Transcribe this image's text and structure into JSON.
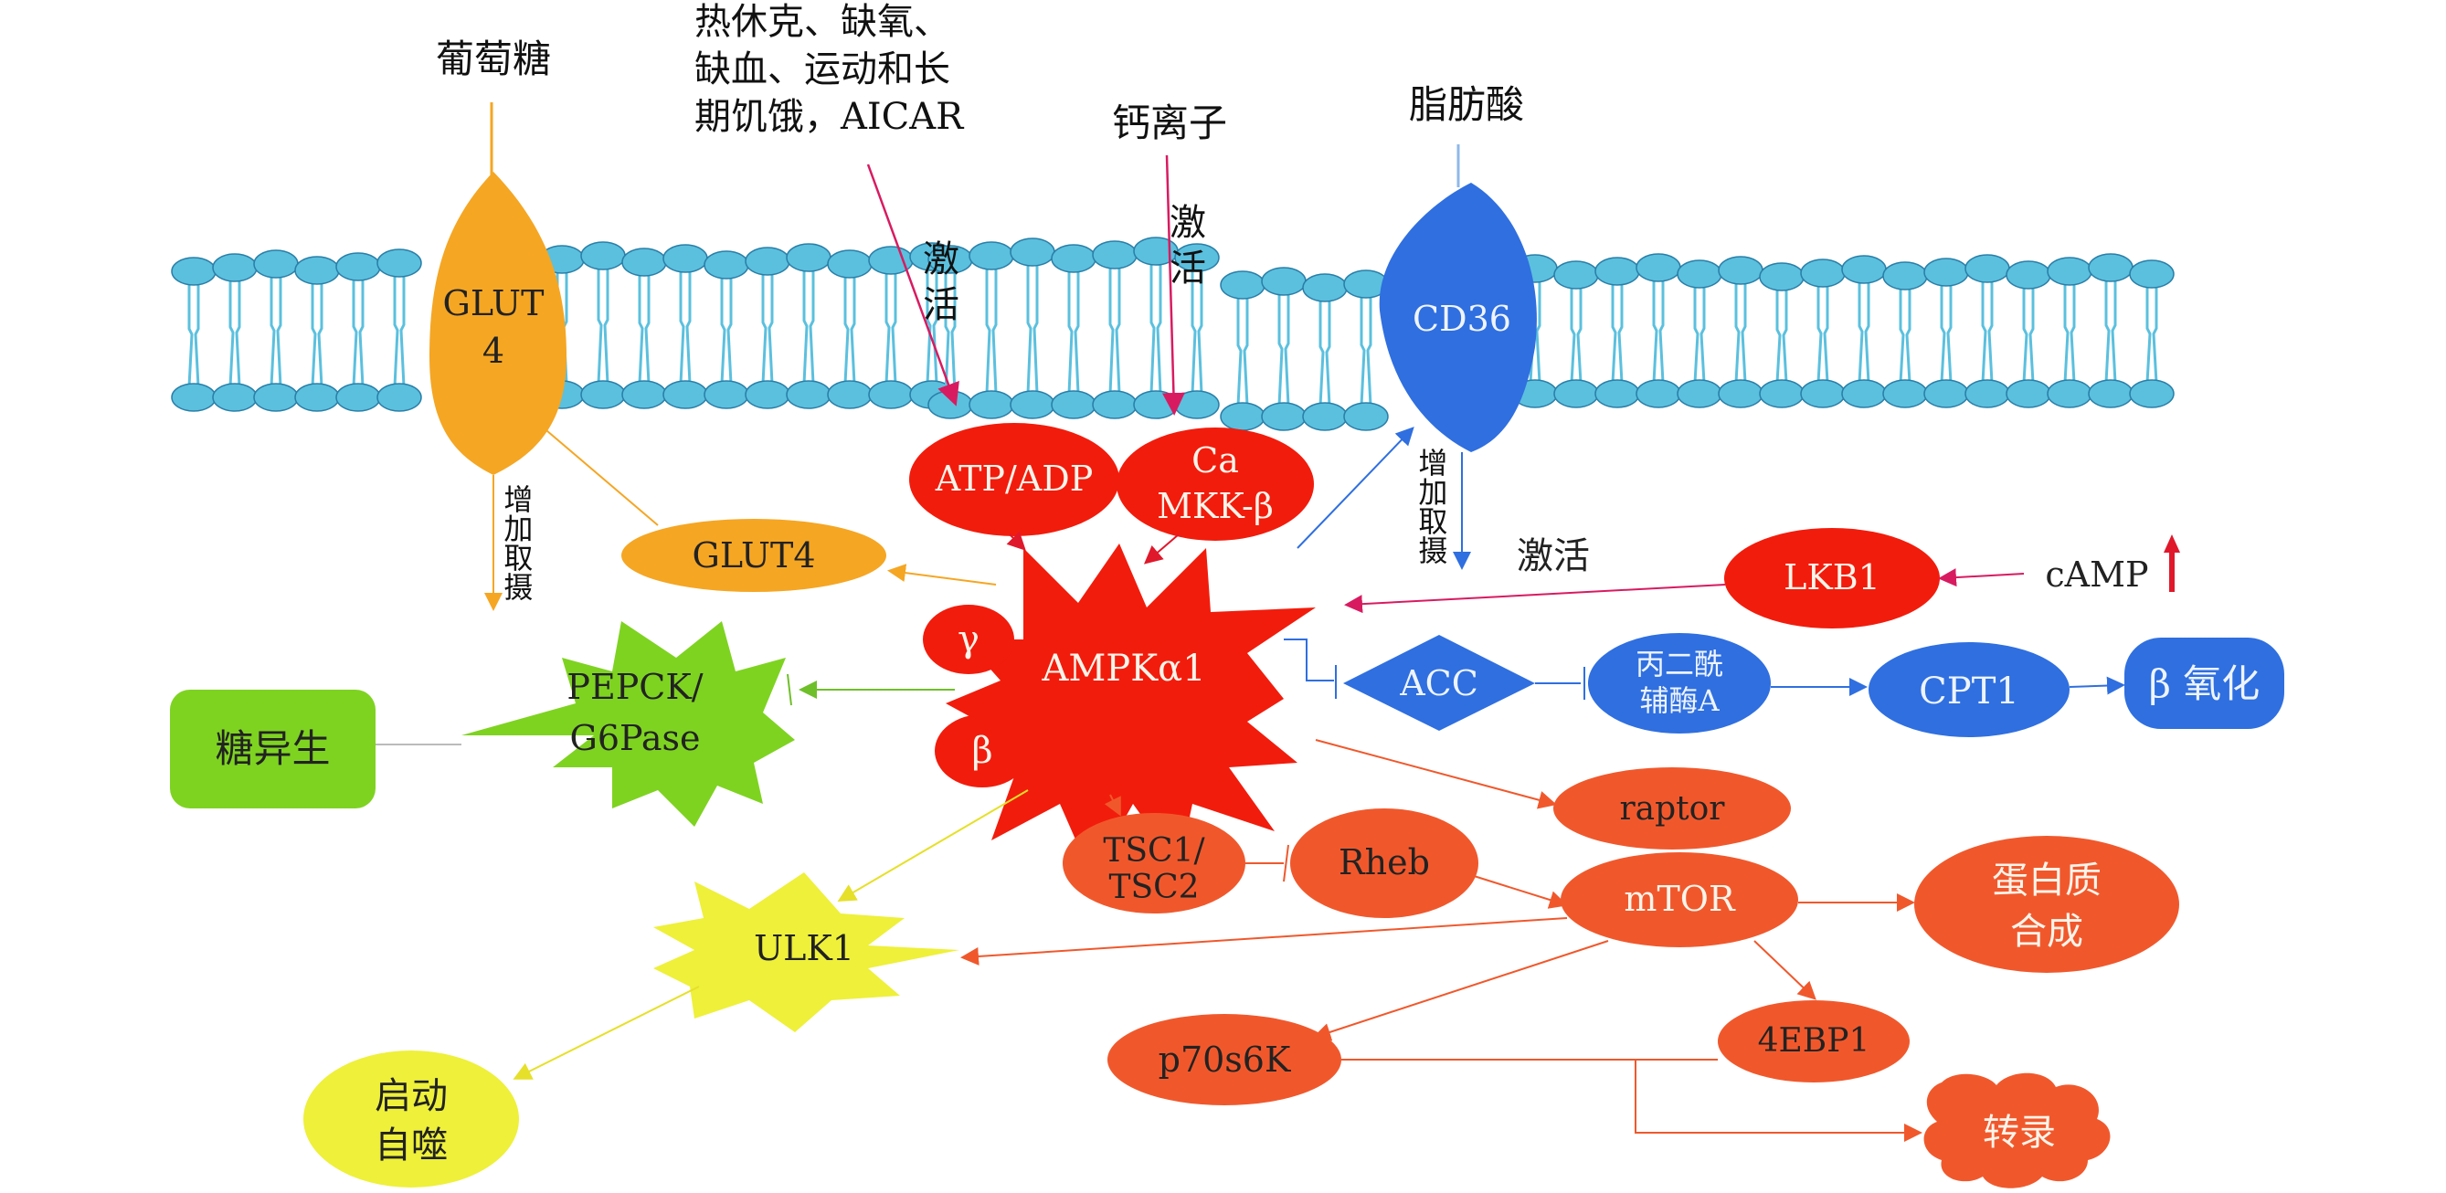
{
  "inputs": {
    "glucose": "葡萄糖",
    "stress_lines": [
      "热休克、缺氧、",
      "缺血、运动和长",
      "期饥饿，AICAR"
    ],
    "calcium": "钙离子",
    "fatty_acid": "脂肪酸"
  },
  "membrane_labels": {
    "glut4_channel": [
      "GLUT",
      "4"
    ],
    "cd36": "CD36",
    "activate_left": [
      "激",
      "活"
    ],
    "activate_mid": [
      "激",
      "活"
    ]
  },
  "uptake_labels": {
    "glut4_uptake": "增加取摄",
    "cd36_uptake": "增加取摄"
  },
  "nodes": {
    "atp_adp": "ATP/ADP",
    "ca_mkk": [
      "Ca",
      "MKK-β"
    ],
    "glut4": "GLUT4",
    "ampk": "AMPKα1",
    "gamma": "γ",
    "beta": "β",
    "pepck": [
      "PEPCK/",
      "G6Pase"
    ],
    "gluconeo": "糖异生",
    "lkb1": "LKB1",
    "camp": "cAMP",
    "activate_lkb1": "激活",
    "acc": "ACC",
    "malonyl": [
      "丙二酰",
      "辅酶A"
    ],
    "cpt1": "CPT1",
    "beta_ox": "β 氧化",
    "tsc": [
      "TSC1/",
      "TSC2"
    ],
    "rheb": "Rheb",
    "raptor": "raptor",
    "mtor": "mTOR",
    "protein": [
      "蛋白质",
      "合成"
    ],
    "ulk1": "ULK1",
    "autophagy": [
      "启动",
      "自噬"
    ],
    "p70s6k": "p70s6K",
    "ebp1": "4EBP1",
    "transcription": "转录"
  },
  "colors": {
    "membrane": "#5bc0de",
    "glut": "#f5a623",
    "cd36": "#2f6fe0",
    "ampk": "#f21c0c",
    "orange_red": "#f0582c",
    "green": "#7ed321",
    "yellow": "#eef03a",
    "blue_node": "#2f6fe0"
  }
}
